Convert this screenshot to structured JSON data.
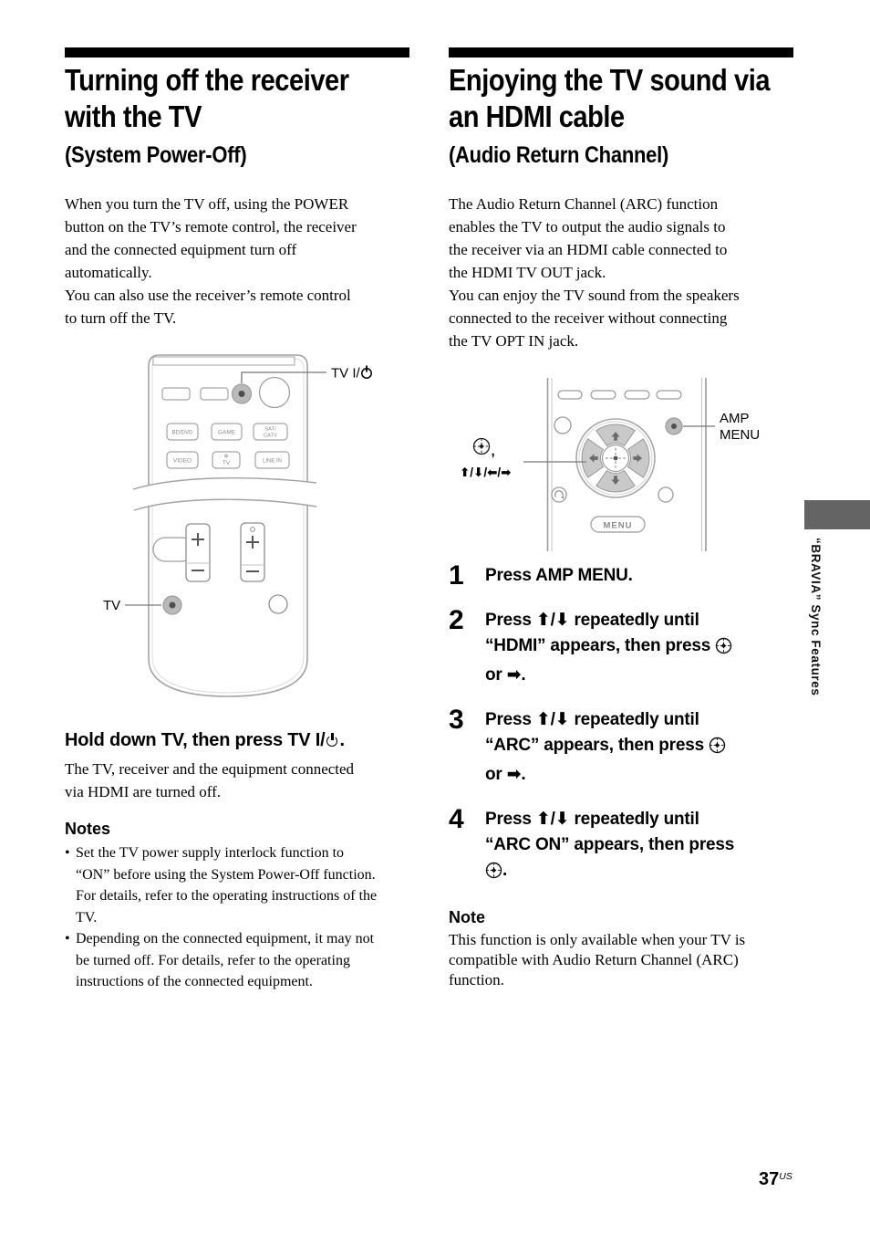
{
  "page": {
    "footer": {
      "number": "37",
      "region": "US"
    },
    "side_tab_text": "“BRAVIA” Sync Features",
    "colors": {
      "heading_bar": "#000000",
      "side_tab": "#646464",
      "diagram_outline": "#a3a3a3",
      "diagram_button_fill": "#b9b9b9",
      "dpad_fill": "#c9c9c9"
    }
  },
  "left": {
    "title": "Turning off the receiver\nwith the TV",
    "subtitle": "(System Power-Off)",
    "intro": "When you turn the TV off, using the POWER\nbutton on the TV’s remote control, the receiver\nand the connected equipment turn off\nautomatically.\nYou can also use the receiver’s remote control\nto turn off the TV.",
    "diagram": {
      "callout_power_label": "TV I/",
      "callout_tv_label": "TV",
      "buttons": {
        "bd_dvd": "BD/DVD",
        "game": "GAME",
        "sat_line1": "SAT/",
        "sat_line2": "CATV",
        "video": "VIDEO",
        "tv": "TV",
        "line_in": "LINE IN"
      }
    },
    "action_heading_pre": "Hold down TV, then press TV I/",
    "action_heading_post": ".",
    "action_body": "The TV, receiver and the equipment connected\nvia HDMI are turned off.",
    "notes_heading": "Notes",
    "notes": [
      "Set the TV power supply interlock function to\n“ON” before using the System Power-Off function.\nFor details, refer to the operating instructions of the\nTV.",
      "Depending on the connected equipment, it may not\nbe turned off. For details, refer to the operating\ninstructions of the connected equipment."
    ]
  },
  "right": {
    "title": "Enjoying the TV sound via\nan HDMI cable",
    "subtitle": "(Audio Return Channel)",
    "intro": "The Audio Return Channel (ARC) function\nenables the TV to output the audio signals to\nthe receiver via an HDMI cable connected to\nthe HDMI TV OUT jack.\nYou can enjoy the TV sound from the speakers\nconnected to the receiver without connecting\nthe TV OPT IN jack.",
    "diagram": {
      "amp_menu_line1": "AMP",
      "amp_menu_line2": "MENU",
      "menu_button": "MENU",
      "dpad_callout_comma": ",",
      "dpad_callout_arrows": "⬆/⬇/⬅/➡"
    },
    "steps": [
      {
        "num": "1",
        "pre": "Press AMP MENU.",
        "post": ""
      },
      {
        "num": "2",
        "pre": "Press ⬆/⬇ repeatedly until\n“HDMI” appears, then press",
        "post": "or ➡."
      },
      {
        "num": "3",
        "pre": "Press ⬆/⬇ repeatedly until\n“ARC” appears, then press",
        "post": "or ➡."
      },
      {
        "num": "4",
        "pre": "Press ⬆/⬇ repeatedly until\n“ARC ON” appears, then press",
        "post": "."
      }
    ],
    "note_heading": "Note",
    "note_body": "This function is only available when your TV is\ncompatible with Audio Return Channel (ARC)\nfunction."
  }
}
